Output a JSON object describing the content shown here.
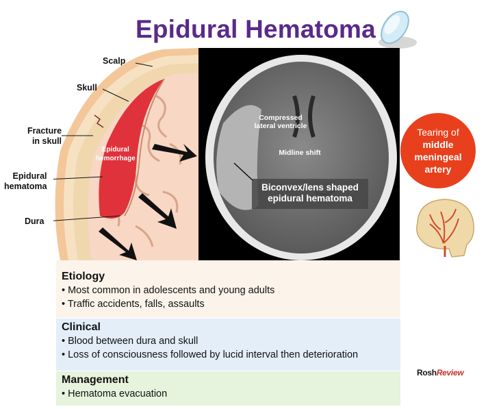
{
  "title": "Epidural Hematoma",
  "anatomy_labels": {
    "scalp": "Scalp",
    "skull": "Skull",
    "fracture": "Fracture\nin skull",
    "epidural_hematoma": "Epidural\nhematoma",
    "dura": "Dura",
    "hemorrhage": "Epidural\nhemorrhage"
  },
  "ct_labels": {
    "compressed": "Compressed\nlateral ventricle",
    "midline": "Midline shift",
    "caption": "Biconvex/lens shaped\nepidural hematoma"
  },
  "side_note": {
    "line1": "Tearing of",
    "line2": "middle",
    "line3": "meningeal",
    "line4": "artery"
  },
  "panels": {
    "etiology": {
      "heading": "Etiology",
      "items": [
        "• Most common in adolescents and young adults",
        "• Traffic accidents, falls, assaults"
      ]
    },
    "clinical": {
      "heading": "Clinical",
      "items": [
        "• Blood between dura and skull",
        "• Loss of consciousness followed by lucid interval then deterioration"
      ]
    },
    "management": {
      "heading": "Management",
      "items": [
        "• Hematoma evacuation"
      ]
    }
  },
  "logo": {
    "part1": "Rosh",
    "part2": "Review"
  },
  "colors": {
    "title": "#5a2a8a",
    "hematoma": "#e0323a",
    "circle": "#e8401c",
    "etiology_bg": "#fcf4ea",
    "clinical_bg": "#e3eef9",
    "management_bg": "#e6f3dd"
  }
}
